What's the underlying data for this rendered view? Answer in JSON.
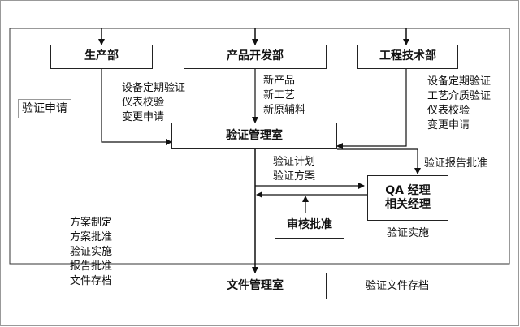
{
  "nodes": {
    "production": "生产部",
    "product_dev": "产品开发部",
    "engineering": "工程技术部",
    "validation_office": "验证管理室",
    "qa_manager": [
      "QA 经理",
      "相关经理"
    ],
    "review": "审核批准",
    "document_office": "文件管理室"
  },
  "labels": {
    "validation_request": "验证申请",
    "production_items": [
      "设备定期验证",
      "仪表校验",
      "变更申请"
    ],
    "product_dev_items": [
      "新产品",
      "新工艺",
      "新原辅料"
    ],
    "engineering_items": [
      "设备定期验证",
      "工艺介质验证",
      "仪表校验",
      "变更申请"
    ],
    "plan_items": [
      "验证计划",
      "验证方案"
    ],
    "report_approval": "验证报告批准",
    "implementation": "验证实施",
    "office_duties": [
      "方案制定",
      "方案批准",
      "验证实施",
      "报告批准",
      "文件存档"
    ],
    "file_archive": "验证文件存档"
  }
}
